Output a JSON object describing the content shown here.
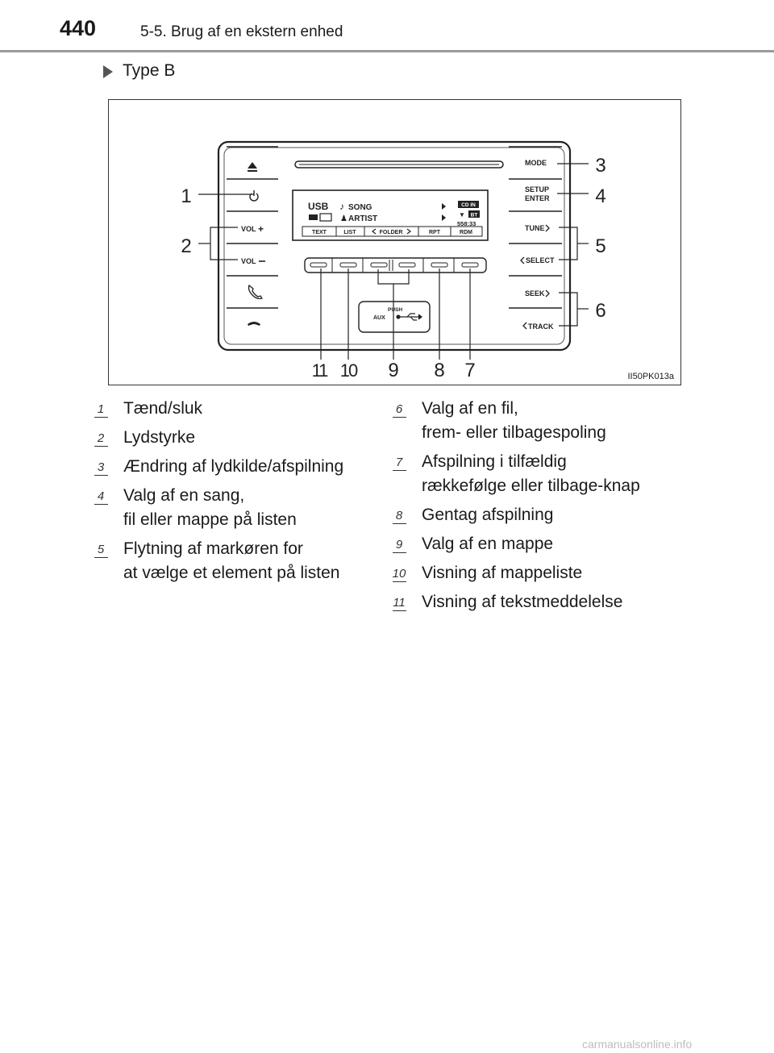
{
  "header": {
    "page_number": "440",
    "section_title": "5-5. Brug af en ekstern enhed"
  },
  "subheading": "Type B",
  "figure": {
    "code": "II50PK013a",
    "display": {
      "source": "USB",
      "song": "SONG",
      "artist": "ARTIST",
      "badges": [
        "CD IN",
        "BT"
      ],
      "clock": "558:33",
      "softkeys": [
        "TEXT",
        "LIST",
        "FOLDER",
        "RPT",
        "RDM"
      ]
    },
    "buttons_left": [
      "VOL",
      "VOL"
    ],
    "buttons_right": [
      "MODE",
      "SETUP",
      "ENTER",
      "TUNE",
      "SELECT",
      "SEEK",
      "TRACK"
    ],
    "port_labels": [
      "PUSH",
      "AUX"
    ],
    "callouts": [
      "1",
      "2",
      "3",
      "4",
      "5",
      "6",
      "7",
      "8",
      "9",
      "10",
      "11"
    ]
  },
  "legend": {
    "left": [
      {
        "num": "1",
        "lines": [
          "Tænd/sluk"
        ]
      },
      {
        "num": "2",
        "lines": [
          "Lydstyrke"
        ]
      },
      {
        "num": "3",
        "lines": [
          "Ændring af lydkilde/afspilning"
        ]
      },
      {
        "num": "4",
        "lines": [
          "Valg af en sang,",
          "fil eller mappe på listen"
        ]
      },
      {
        "num": "5",
        "lines": [
          "Flytning af markøren for",
          "at vælge et element på listen"
        ]
      }
    ],
    "right": [
      {
        "num": "6",
        "lines": [
          "Valg af en fil,",
          "frem- eller tilbagespoling"
        ]
      },
      {
        "num": "7",
        "lines": [
          "Afspilning i tilfældig",
          "rækkefølge eller tilbage-knap"
        ]
      },
      {
        "num": "8",
        "lines": [
          "Gentag afspilning"
        ]
      },
      {
        "num": "9",
        "lines": [
          "Valg af en mappe"
        ]
      },
      {
        "num": "10",
        "lines": [
          "Visning af mappeliste"
        ]
      },
      {
        "num": "11",
        "lines": [
          "Visning af tekstmeddelelse"
        ]
      }
    ]
  },
  "footer": "carmanualsonline.info"
}
